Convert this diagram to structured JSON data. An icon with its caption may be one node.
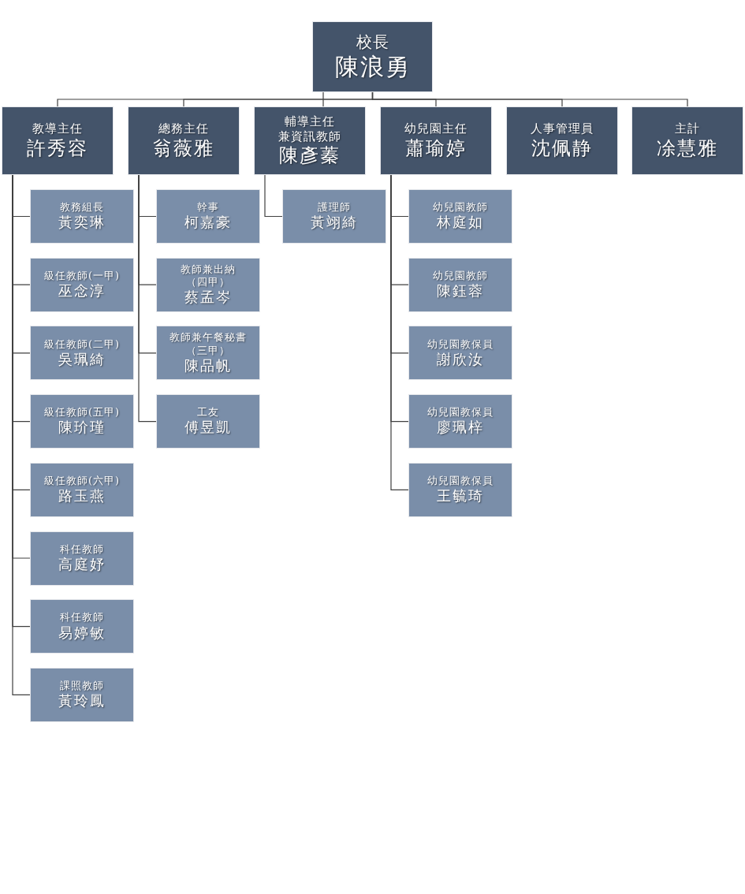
{
  "diagram": {
    "nodes": [
      {
        "text": [
          "校長",
          "陳浪勇"
        ]
      },
      {
        "text": [
          "教導主任",
          "許秀容"
        ]
      },
      {
        "text": [
          "總務主任",
          "翁薇雅"
        ]
      },
      {
        "text": [
          "輔導主任",
          "兼資訊教師",
          "陳彥蓁"
        ]
      },
      {
        "text": [
          "幼兒園主任",
          "蕭瑜婷"
        ]
      },
      {
        "text": [
          "人事管理員",
          "沈佩静"
        ]
      },
      {
        "text": [
          "主計",
          "凃慧雅"
        ]
      },
      {
        "text": [
          "教務組長",
          "黃奕琳"
        ]
      },
      {
        "text": [
          "級任教師(一甲)",
          "巫念淳"
        ]
      },
      {
        "text": [
          "級任教師(二甲)",
          "吳珮綺"
        ]
      },
      {
        "text": [
          "級任教師(五甲)",
          "陳玠瑾"
        ]
      },
      {
        "text": [
          "級任教師(六甲)",
          "路玉燕"
        ]
      },
      {
        "text": [
          "科任教師",
          "高庭妤"
        ]
      },
      {
        "text": [
          "科任教師",
          "易婷敏"
        ]
      },
      {
        "text": [
          "課照教師",
          "黃玲鳳"
        ]
      },
      {
        "text": [
          "幹事",
          "柯嘉豪"
        ]
      },
      {
        "text": [
          "教師兼出納",
          "（四甲）",
          "蔡孟岑"
        ]
      },
      {
        "text": [
          "教師兼午餐秘書",
          "（三甲）",
          "陳品帆"
        ]
      },
      {
        "text": [
          "工友",
          "傅昱凱"
        ]
      },
      {
        "text": [
          "護理師",
          "黃翊綺"
        ]
      },
      {
        "text": [
          "幼兒園教師",
          "林庭如"
        ]
      },
      {
        "text": [
          "幼兒園教師",
          "陳鈺蓉"
        ]
      },
      {
        "text": [
          "幼兒園教保員",
          "謝欣汝"
        ]
      },
      {
        "text": [
          "幼兒園教保員",
          "廖珮梓"
        ]
      },
      {
        "text": [
          "幼兒園教保員",
          "王毓琦"
        ]
      }
    ],
    "edges": [
      {
        "from": 0,
        "to": 1,
        "arrow": "none"
      },
      {
        "from": 0,
        "to": 2,
        "arrow": "none"
      },
      {
        "from": 0,
        "to": 3,
        "arrow": "none"
      },
      {
        "from": 0,
        "to": 4,
        "arrow": "none"
      },
      {
        "from": 0,
        "to": 5,
        "arrow": "none"
      },
      {
        "from": 0,
        "to": 6,
        "arrow": "none"
      },
      {
        "from": 1,
        "to": 7,
        "arrow": "none"
      },
      {
        "from": 1,
        "to": 8,
        "arrow": "none"
      },
      {
        "from": 1,
        "to": 9,
        "arrow": "none"
      },
      {
        "from": 1,
        "to": 10,
        "arrow": "none"
      },
      {
        "from": 1,
        "to": 11,
        "arrow": "none"
      },
      {
        "from": 1,
        "to": 12,
        "arrow": "none"
      },
      {
        "from": 1,
        "to": 13,
        "arrow": "none"
      },
      {
        "from": 1,
        "to": 14,
        "arrow": "none"
      },
      {
        "from": 2,
        "to": 15,
        "arrow": "none"
      },
      {
        "from": 2,
        "to": 16,
        "arrow": "none"
      },
      {
        "from": 2,
        "to": 17,
        "arrow": "none"
      },
      {
        "from": 2,
        "to": 18,
        "arrow": "none"
      },
      {
        "from": 3,
        "to": 19,
        "arrow": "none"
      },
      {
        "from": 4,
        "to": 20,
        "arrow": "none"
      },
      {
        "from": 4,
        "to": 21,
        "arrow": "none"
      },
      {
        "from": 4,
        "to": 22,
        "arrow": "none"
      },
      {
        "from": 4,
        "to": 23,
        "arrow": "none"
      },
      {
        "from": 4,
        "to": 24,
        "arrow": "none"
      }
    ]
  }
}
